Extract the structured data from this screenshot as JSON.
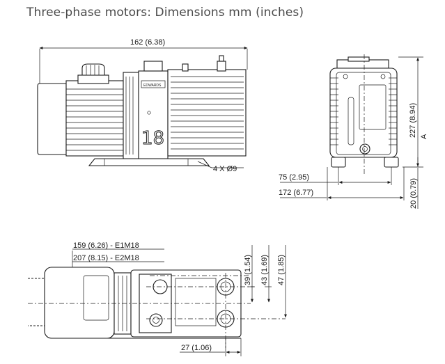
{
  "title": "Three-phase motors: Dimensions mm (inches)",
  "side_view": {
    "overall_length": "162 (6.38)",
    "feet_holes": "4 X Ø9",
    "model_number": "18",
    "brand_plate": "EDWARDS"
  },
  "end_view": {
    "height": "227 (8.94)",
    "height_alt": "A",
    "foot_spacing": "75 (2.95)",
    "overall_width": "172 (6.77)",
    "foot_height": "20 (0.79)"
  },
  "top_view": {
    "length_e1m18": "159 (6.26) - E1M18",
    "length_e2m18": "207 (8.15) - E2M18",
    "dim_39": "39 (1.54)",
    "dim_43": "43 (1.69)",
    "dim_47": "47 (1.85)",
    "dim_27": "27 (1.06)"
  }
}
